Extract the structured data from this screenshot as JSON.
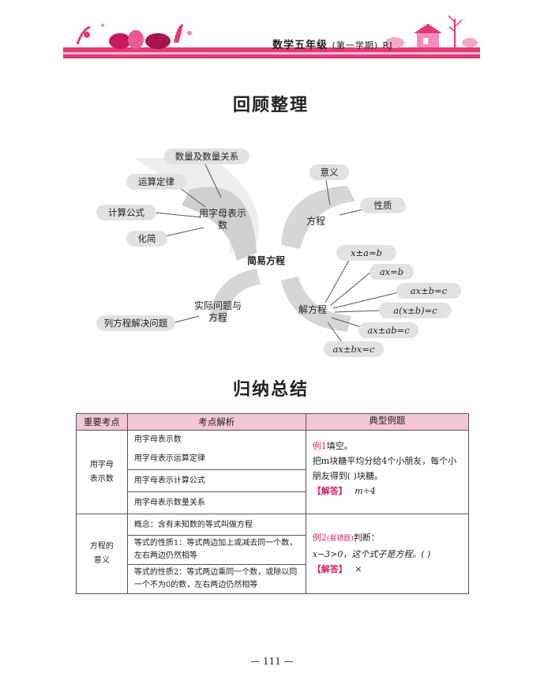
{
  "header": {
    "title": "数学五年级",
    "subtitle": "(第一学期)",
    "edition": "RJ",
    "accent_color": "#e23a7a"
  },
  "review": {
    "title": "回顾整理",
    "center": "简易方程",
    "branches": [
      {
        "label": "用字母表示数",
        "items": [
          "数量及数量关系",
          "运算定律",
          "计算公式",
          "化简"
        ]
      },
      {
        "label": "方程",
        "items": [
          "意义",
          "性质"
        ]
      },
      {
        "label": "实际问题与方程",
        "items": [
          "列方程解决问题"
        ]
      },
      {
        "label": "解方程",
        "items": [
          "x±a=b",
          "ax=b",
          "ax±b=c",
          "a(x±b)=c",
          "ax±ab=c",
          "ax±bx=c"
        ]
      }
    ]
  },
  "summary": {
    "title": "归纳总结",
    "headers": [
      "重要考点",
      "考点解析",
      "典型例题"
    ],
    "topic1": "用字母表示数",
    "topic2": "方程的意义",
    "points": [
      "用字母表示数",
      "用字母表示运算定律",
      "用字母表示计算公式",
      "用字母表示数量关系",
      "概念：含有未知数的等式叫做方程",
      "等式的性质1：等式两边加上或减去同一个数，左右两边仍然相等",
      "等式的性质2：等式两边乘同一个数，或除以同一个不为0的数，左右两边仍然相等"
    ],
    "example1": {
      "label": "例1",
      "type": "填空。",
      "question": "把m块糖平均分给4个小朋友，每个小朋友得到(    )块糖。",
      "answer_label": "【解答】",
      "answer": "m÷4"
    },
    "example2": {
      "label": "例2",
      "tag": "(易错题)",
      "type": "判断：",
      "question": "x−3>0，这个式子是方程。(    )",
      "answer_label": "【解答】",
      "answer": "×"
    }
  },
  "page_number": "— 111 —"
}
